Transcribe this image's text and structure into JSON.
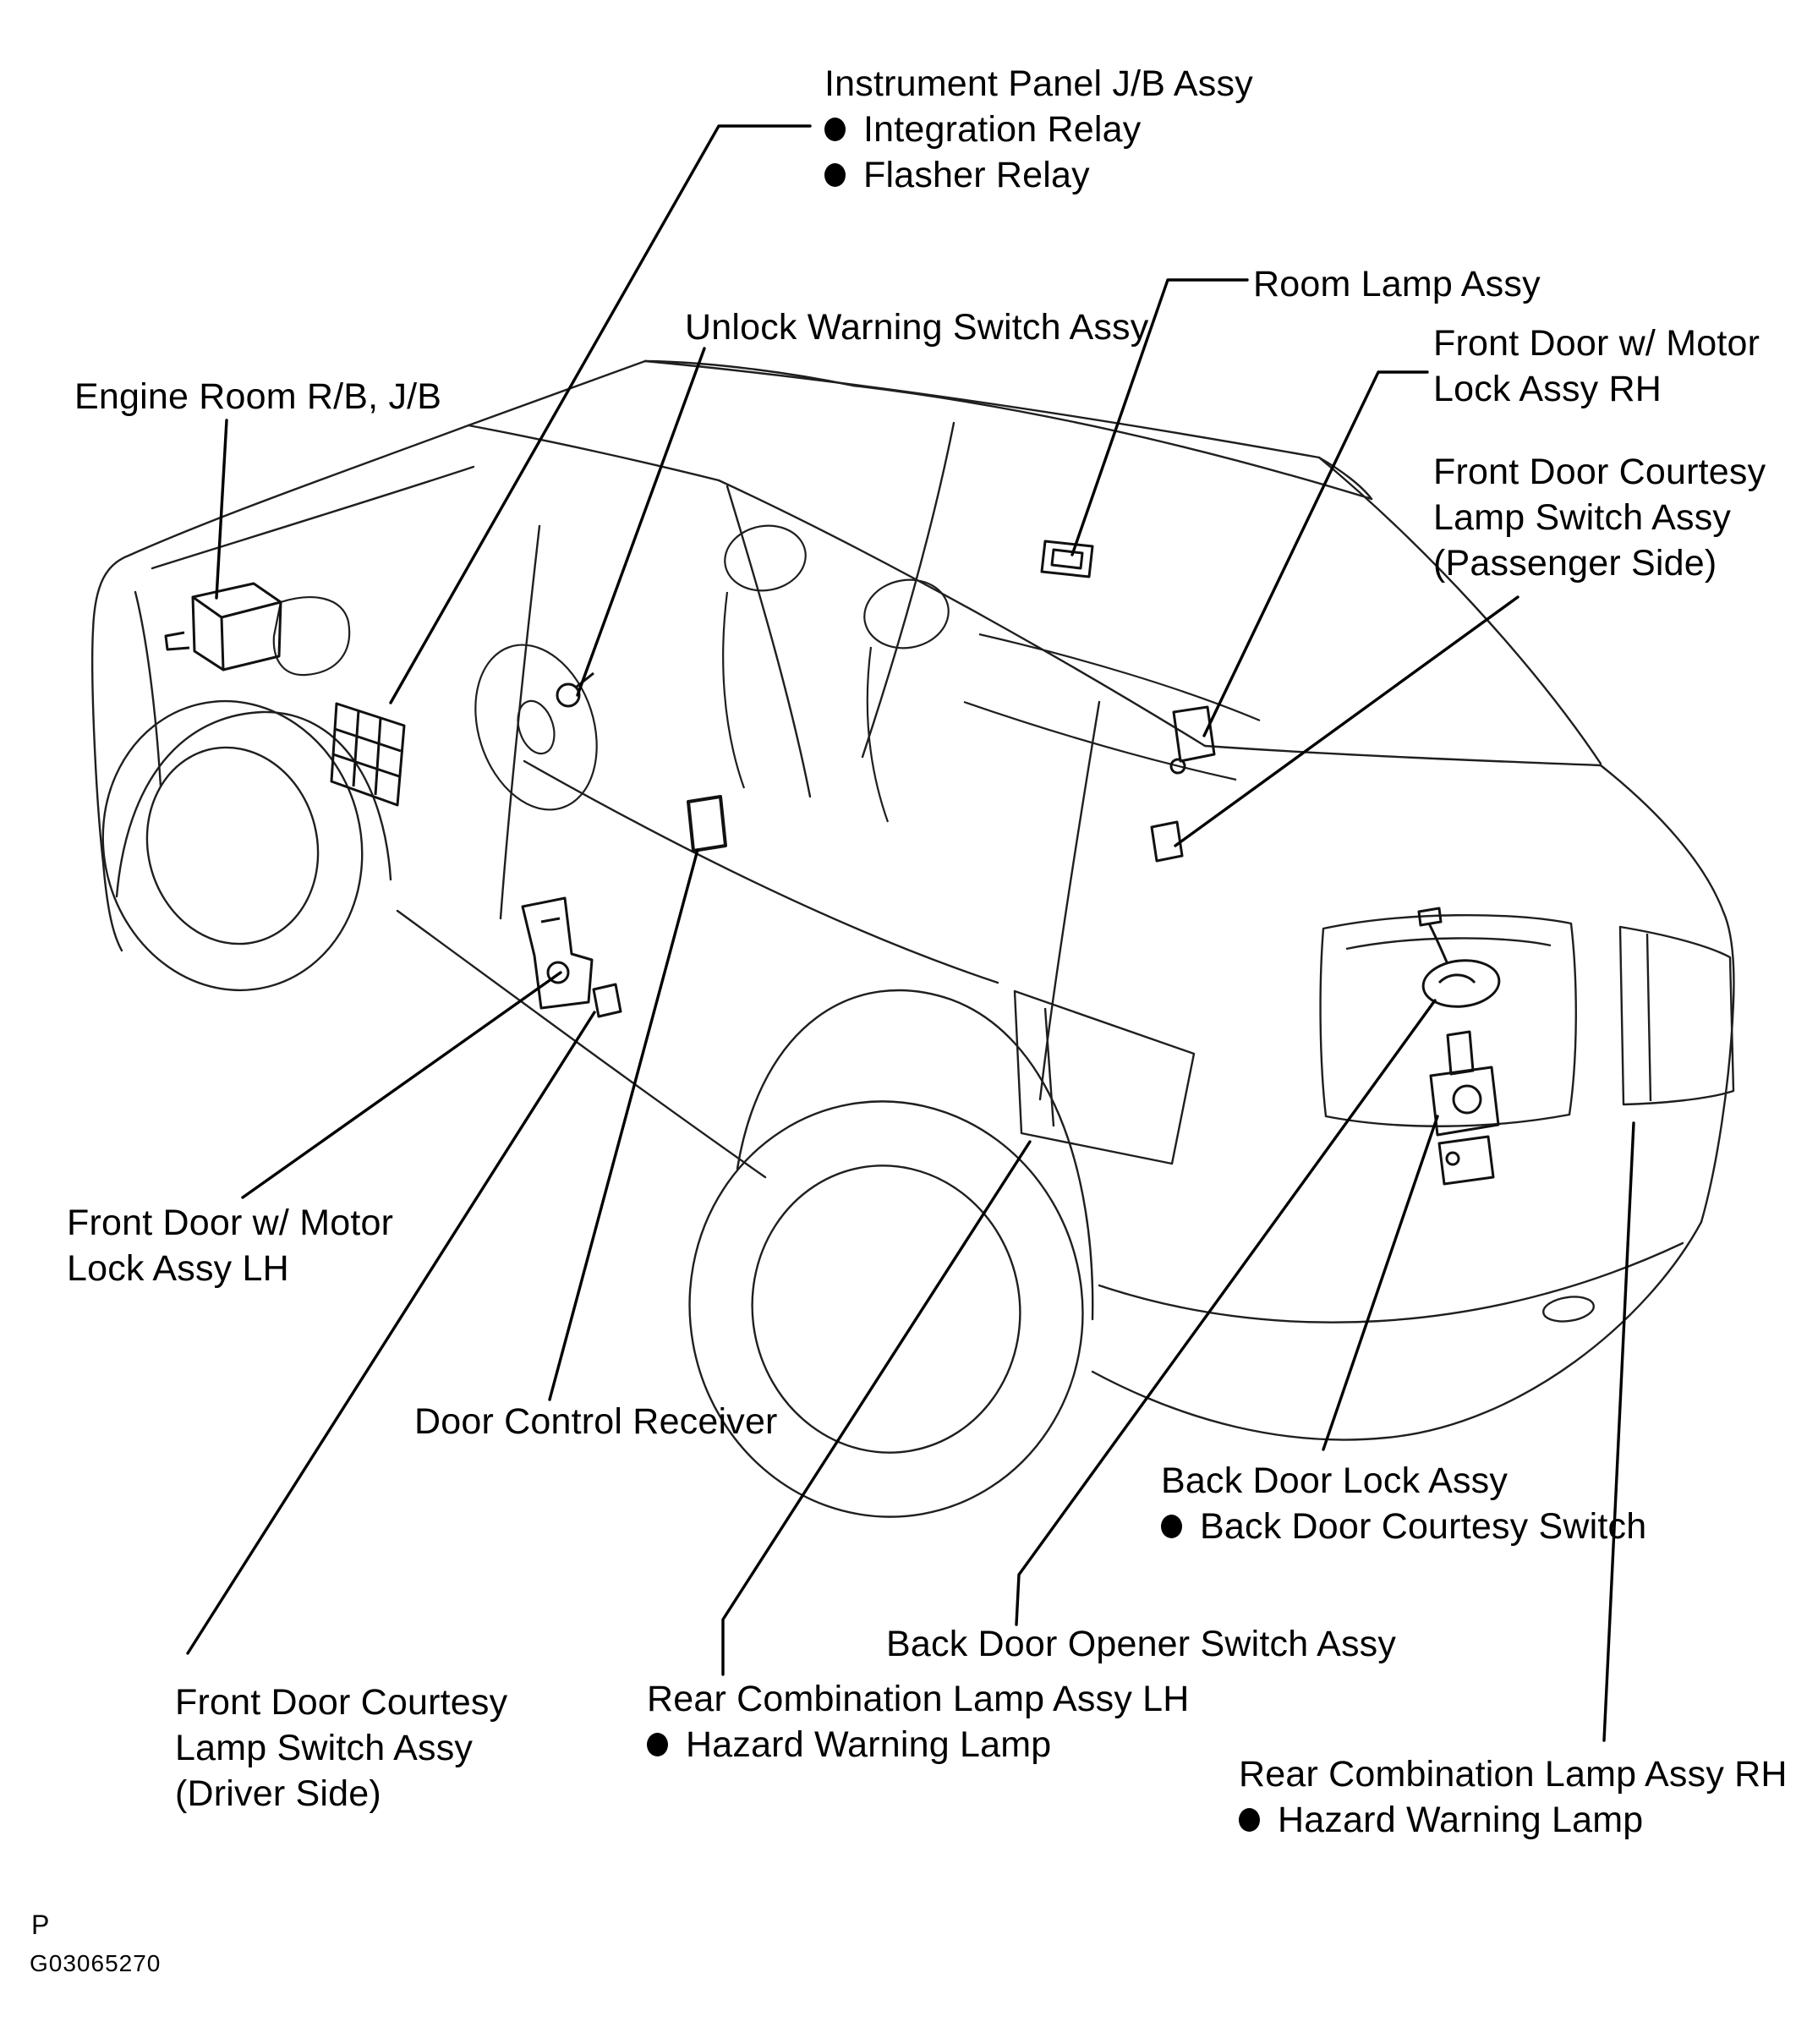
{
  "page": {
    "background_color": "#ffffff",
    "ink_color": "#000000",
    "description": "Vehicle body electrical component location diagram"
  },
  "labels": {
    "instrument_panel": {
      "title": "Instrument Panel J/B Assy",
      "bullets": [
        "Integration Relay",
        "Flasher Relay"
      ]
    },
    "room_lamp": {
      "title": "Room Lamp Assy"
    },
    "unlock_warning": {
      "title": "Unlock Warning Switch Assy"
    },
    "front_door_rh": {
      "lines": [
        "Front Door w/ Motor",
        "Lock Assy RH"
      ]
    },
    "front_door_courtesy_passenger": {
      "lines": [
        "Front Door Courtesy",
        "Lamp Switch Assy",
        "(Passenger Side)"
      ]
    },
    "engine_room": {
      "title": "Engine Room R/B, J/B"
    },
    "front_door_lh": {
      "lines": [
        "Front Door w/ Motor",
        "Lock Assy LH"
      ]
    },
    "door_control_receiver": {
      "title": "Door Control Receiver"
    },
    "back_door_lock": {
      "title": "Back Door Lock Assy",
      "bullets": [
        "Back Door Courtesy Switch"
      ]
    },
    "back_door_opener": {
      "title": "Back Door Opener Switch Assy"
    },
    "rear_combination_lh": {
      "title": "Rear Combination Lamp Assy LH",
      "bullets": [
        "Hazard Warning Lamp"
      ]
    },
    "front_door_courtesy_driver": {
      "lines": [
        "Front Door Courtesy",
        "Lamp Switch Assy",
        "(Driver Side)"
      ]
    },
    "rear_combination_rh": {
      "title": "Rear Combination Lamp Assy RH",
      "bullets": [
        "Hazard Warning Lamp"
      ]
    }
  },
  "footer": {
    "page_marker": "P",
    "figure_id": "G03065270"
  }
}
